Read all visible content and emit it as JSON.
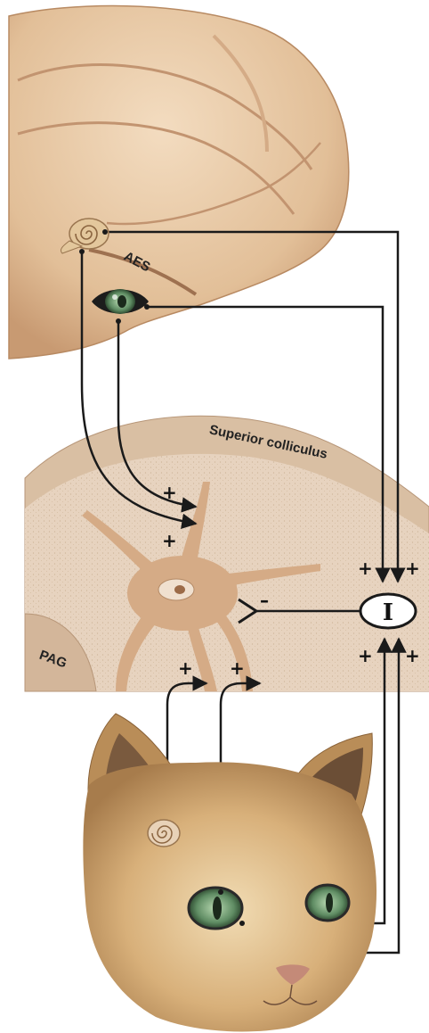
{
  "labels": {
    "aes": "AES",
    "superior_colliculus": "Superior colliculus",
    "pag": "PAG",
    "interneuron": "I"
  },
  "signs": {
    "plus": "+",
    "minus": "–"
  },
  "colors": {
    "cortex": "#e6c7a3",
    "cortex_shadow": "#c99f77",
    "colliculus_band": "#d8bba0",
    "colliculus_fill": "#ead9c7",
    "neuron": "#d5ab86",
    "pathway": "#1a1a1a",
    "cat_fur": "#d9b37c"
  },
  "icons": [
    "ear-cochlea-icon",
    "eye-icon",
    "cat-face",
    "neuron-cell-body"
  ]
}
